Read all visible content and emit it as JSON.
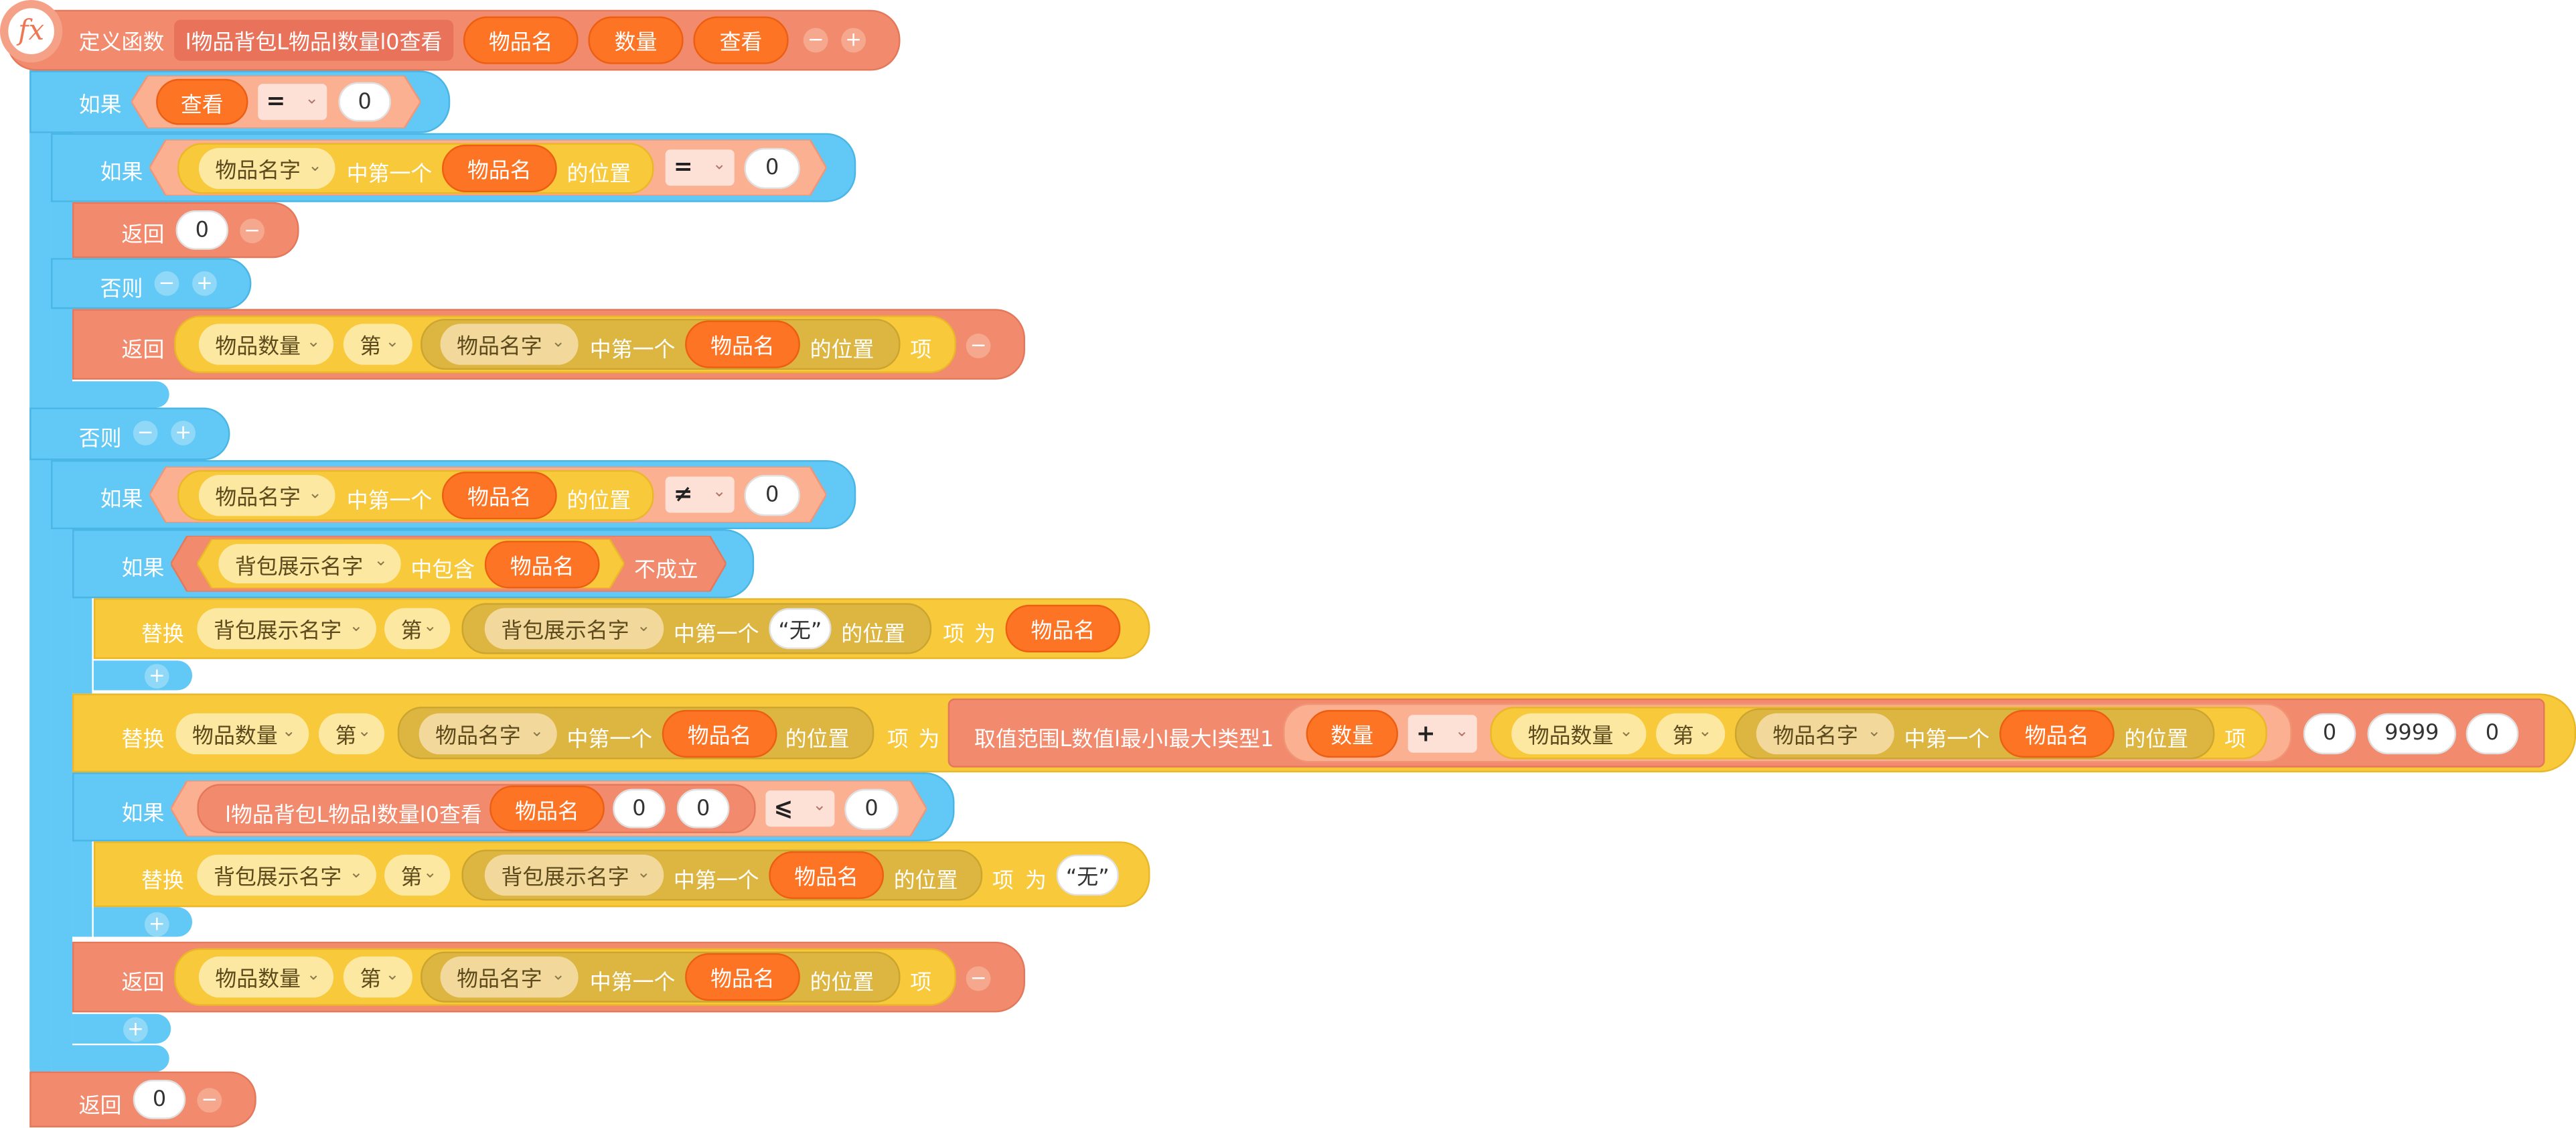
{
  "define": {
    "label": "定义函数",
    "name": "l物品背包L物品l数量l0查看",
    "params": [
      "物品名",
      "数量",
      "查看"
    ]
  },
  "labels": {
    "if": "如果",
    "else": "否则",
    "return": "返回",
    "replace": "替换",
    "first_in": "中第一个",
    "position": "的位置",
    "index": "第",
    "item": "项",
    "as": "为",
    "contains": "中包含",
    "not_true": "不成立",
    "range_func": "取值范围L数值l最小l最大l类型1",
    "call_name": "l物品背包L物品l数量l0查看"
  },
  "vars": {
    "item_name": "物品名",
    "item_names": "物品名字",
    "item_counts": "物品数量",
    "bag_names": "背包展示名字",
    "count": "数量",
    "view": "查看"
  },
  "ops": {
    "eq": "=",
    "neq": "≠",
    "lte": "⩽",
    "plus": "+"
  },
  "values": {
    "zero": "0",
    "max": "9999",
    "none": "“无”"
  },
  "icons": {
    "fx": "fx-icon",
    "minus": "minus-icon",
    "plus": "plus-icon",
    "dropdown": "chevron-down-icon"
  },
  "colors": {
    "coral": "#f28b6d",
    "blue": "#62c8f5",
    "yellow": "#f8c93a",
    "orange": "#fe7425"
  }
}
